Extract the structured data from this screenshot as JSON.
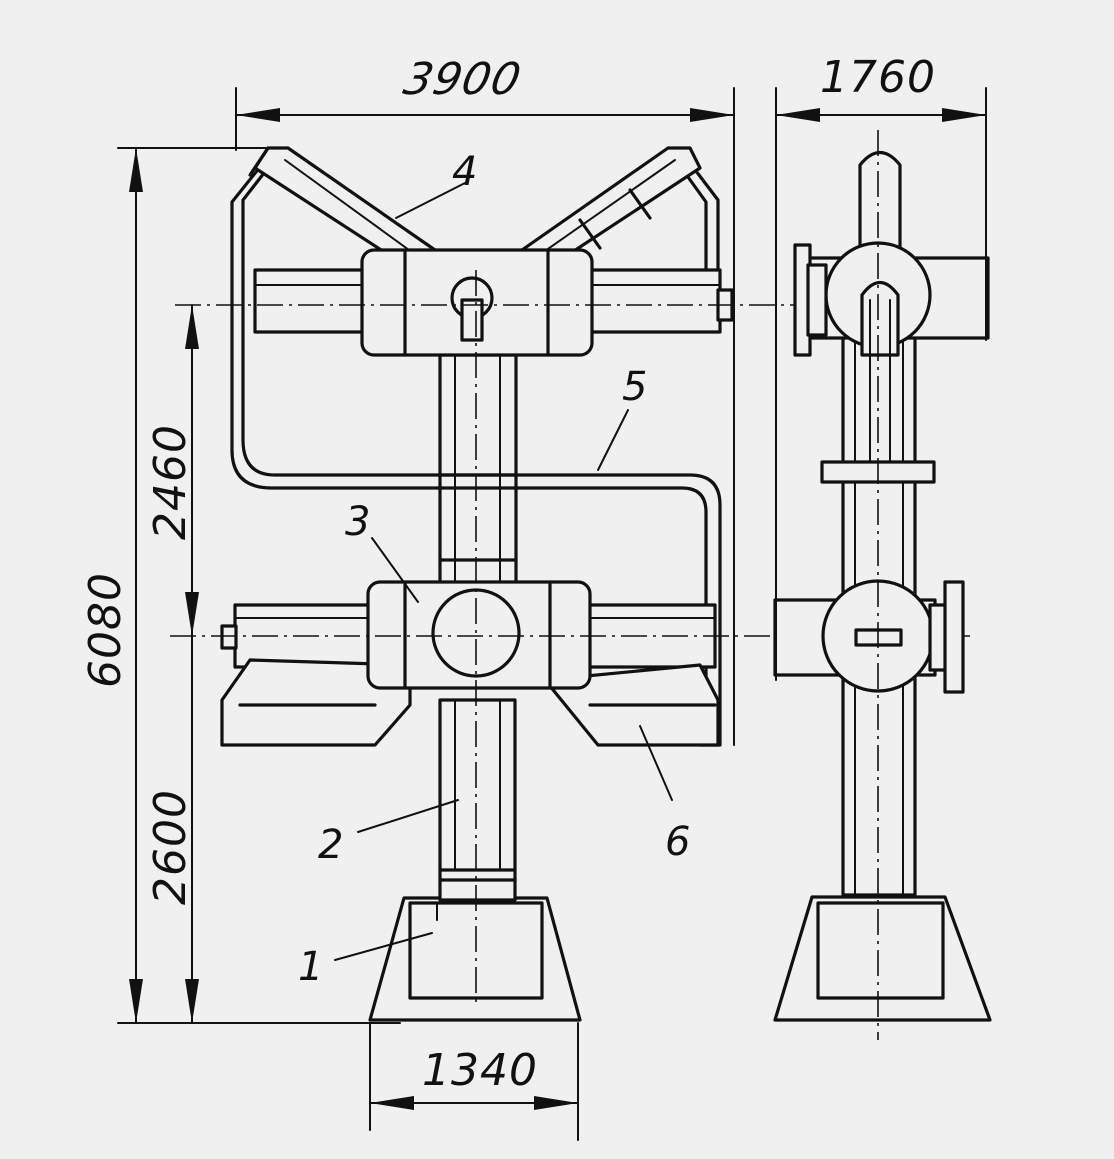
{
  "drawing": {
    "dimensions": {
      "width_front": "3900",
      "width_side": "1760",
      "height_total": "6080",
      "height_between_axes": "2460",
      "height_lower": "2600",
      "base_width": "1340"
    },
    "callouts": [
      "1",
      "2",
      "3",
      "4",
      "5",
      "6"
    ]
  },
  "colors": {
    "background": "#f0f0f0",
    "ink": "#111111"
  }
}
